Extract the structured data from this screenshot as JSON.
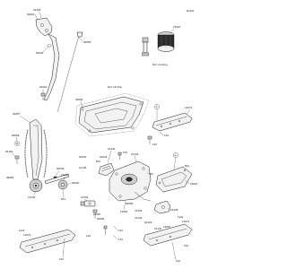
{
  "diagram_code": "E1101",
  "callouts": {
    "c92002a": "92002",
    "c32154": "32154",
    "c92055": "92055",
    "c92033a": "92033",
    "c92002b": "92002",
    "c92057": "92057",
    "c92009": "92009",
    "c92154": "92154",
    "c13140": "13140",
    "c92043": "92043",
    "c11142": "11142",
    "c92066a": "92066",
    "c16154": "16154",
    "c92200": "92200",
    "c16097": "16097",
    "c551a": "551",
    "c92043b": "92043",
    "c16130": "16130",
    "c670": "670",
    "c551b": "551",
    "c16144": "16144",
    "c16154b": "16154",
    "c11060": "11060",
    "c92066b": "92066",
    "c551c": "551",
    "c551d": "551",
    "c92066c": "92066",
    "c16097b": "16097",
    "c16097c": "16097",
    "c132a": "132",
    "c132b": "132",
    "c132c": "132",
    "c132d": "132",
    "c132e": "132",
    "c132f": "132",
    "c132g": "132",
    "c132h": "132",
    "c13272a": "13272",
    "c13272b": "13272",
    "c13272c": "13272",
    "c1141a": "1141",
    "c1141b": "1141",
    "c16061": "16061",
    "c49065": "49065",
    "c12145": "12145",
    "c92033b": "92033",
    "c16128": "16128",
    "c16130b": "16130",
    "c92193": "92193",
    "c16130c": "16130"
  },
  "refs": {
    "oil_pan": "Ref. Oil Pan",
    "cooling": "Ref. Cooling"
  },
  "markers": {
    "a1": "A",
    "a2": "A"
  }
}
